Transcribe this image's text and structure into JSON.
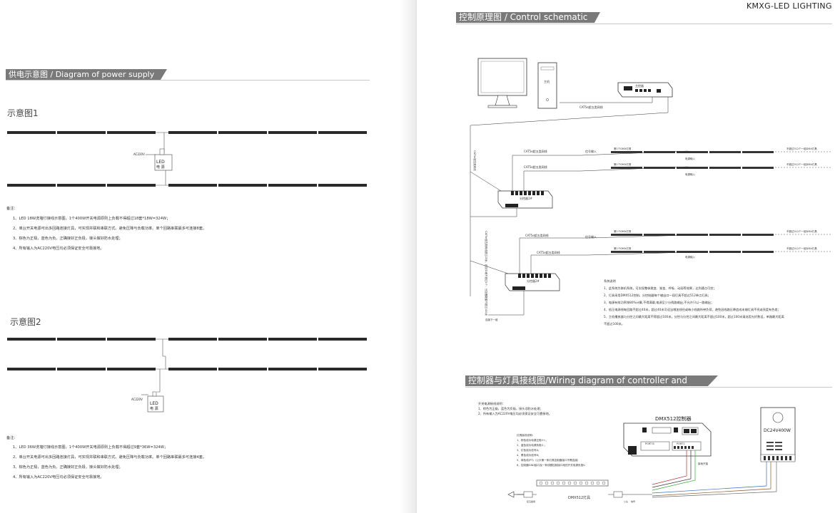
{
  "brand": "KMXG-LED LIGHTING",
  "left": {
    "power_banner": "供电示意图 / Diagram of power supply",
    "diagram1": {
      "title": "示意图1",
      "ac_label": "AC220V",
      "psu_label_line1": "LED",
      "psu_label_line2": "电 源",
      "notes_heading": "备注：",
      "notes": [
        "1、LED 18W洗墙灯接线示意图，1个400W开关电源原则上负载不得超过18套*18W=324W；",
        "2、单台开关电源可出多回路连接灯具，可实现并联和串联方式。避免压降与负载功率。单个回路串联最多可连接8套。",
        "3、棕色为正极，蓝色为负。正确接好正负极，接头做好防水处理；",
        "4、所有输入为AC220V电压均必须保证安全可靠接地。"
      ]
    },
    "diagram2": {
      "title": "示意图2",
      "ac_label": "AC220V",
      "psu_label_line1": "LED",
      "psu_label_line2": "电 源",
      "notes_heading": "备注：",
      "notes": [
        "1、LED 36W洗墙灯接线示意图，1个400W开关电源原则上负载不得超过9套*36W=324W；",
        "2、单台开关电源可出多回路连接灯具，可实现并联和串联方式。避免压降与负载功率。单个回路串联最多可连接4套。",
        "3、棕色为正极，蓝色为负。正确接好正负极，接头做好防水处理；",
        "4、所有输入为AC220V电压均必须保证安全可靠接地。"
      ]
    }
  },
  "right": {
    "control_banner": "控制原理图 / Control schematic",
    "host_label": "主机",
    "controller_label": "主控器",
    "cat5_label": "CAT5e超五类网线",
    "cat5_vertical": "CAT5e超五类网线",
    "splitter1_label": "分控器1#",
    "splitter2_label": "分控器2#",
    "signal_in": "信号输入",
    "first_dmx": "第1个DMX灯具",
    "power_in": "电源输入",
    "max_lamps": "不超过512个一组DMX灯具",
    "vertical_note": "CAT5e超五类网线超过25米，建议中继不超过4个，分控器数量不超过100米",
    "next_group": "连接下一组",
    "system_heading": "系统说明",
    "system_notes": [
      "1、此系统为联机系统，可实现整体跳变、渐变、呼吸、动画等效果，达到通点可控；",
      "2、灯具采用DMX512控制，分控制器每个输出口一段灯具不超过512单点灯具；",
      "3、电源有效功率按80%计算,不得满载,电源至少分两路输出,不允许只以一路输出；",
      "4、低压电源线每回路不超过40米，超过40米可适当增加线径或每小线路所带负荷，避免因线路压降造成末端灯具不亮或亮度有色差；",
      "5、主机播放器与分控之间最大距离不得超过100米，分控与分控之间最大距离不超过100米，超过100米请选用光纤数设，单路最大距离",
      "不超过100米。"
    ],
    "wiring_banner": "控制器与灯具接线图/Wiring diagram of controller and luminaire",
    "psu_notes_heading": "开关电源接线说明：",
    "psu_notes": [
      "1、棕色为正级，蓝色为负极，接头须防水处理；",
      "2、所有输入为AC220V电压均必须保证安全可靠接地。"
    ],
    "lamp_notes_heading": "灯具接线说明：",
    "lamp_notes": [
      "1、棕色线为电源正极V+；",
      "2、蓝色线为电源负极V-；",
      "3、红色线为信号A；",
      "4、黑色线为信号B；",
      "5、绿色线(PT)（公头第一条灯具控制器接口不需连接）",
      "6、控制器GND接口及一条线跟控制接口地的开关电源负极V-"
    ],
    "dmx_controller": "DMX512控制器",
    "psu_model": "DC24V400W",
    "port1": "PORT B",
    "port2": "PORT1",
    "dmx_lamp": "DMX512灯具",
    "ground_label": "接地不接",
    "male_label": "公头",
    "female_label": "接五备用",
    "signal_label": "信号"
  }
}
